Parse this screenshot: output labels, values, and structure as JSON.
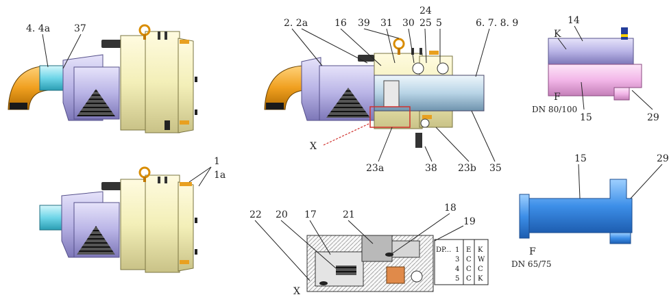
{
  "labels": {
    "l_4_4a": "4. 4a",
    "l_37": "37",
    "l_2_2a": "2. 2a",
    "l_16": "16",
    "l_39": "39",
    "l_31": "31",
    "l_30": "30",
    "l_25": "25",
    "l_24": "24",
    "l_5": "5",
    "l_6789": "6. 7. 8. 9",
    "l_14": "14",
    "l_K": "K",
    "l_F1": "F",
    "l_dn80": "DN 80/100",
    "l_15a": "15",
    "l_29a": "29",
    "l_1": "1",
    "l_1a": "1a",
    "l_X1": "X",
    "l_23a": "23a",
    "l_38": "38",
    "l_23b": "23b",
    "l_35": "35",
    "l_15b": "15",
    "l_29b": "29",
    "l_F2": "F",
    "l_dn65": "DN 65/75",
    "l_22": "22",
    "l_20": "20",
    "l_17": "17",
    "l_21": "21",
    "l_18": "18",
    "l_19": "19",
    "l_X2": "X"
  },
  "table": {
    "header": "DP...",
    "rows": [
      {
        "n": "1",
        "c1": "E",
        "c2": "K"
      },
      {
        "n": "3",
        "c1": "C",
        "c2": "W"
      },
      {
        "n": "4",
        "c1": "C",
        "c2": "C"
      },
      {
        "n": "5",
        "c1": "C",
        "c2": "K"
      }
    ]
  },
  "colors": {
    "orange": "#f0a020",
    "cyan": "#6fd6e8",
    "lavender": "#b9b4e6",
    "cream": "#f3efb8",
    "pink": "#f2b6e8",
    "blue": "#3d8fe8",
    "red": "#d0312d"
  }
}
